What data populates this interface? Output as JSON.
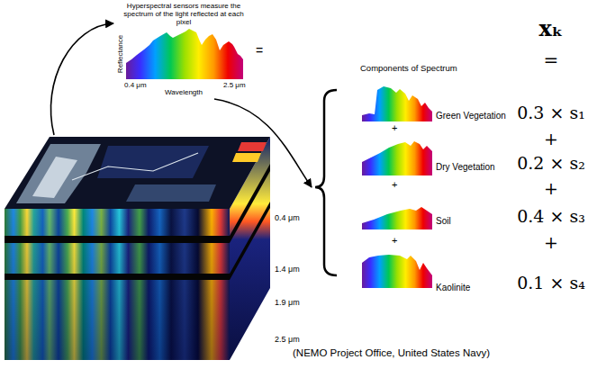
{
  "diagram": {
    "caption": "(NEMO Project Office, United States Navy)",
    "nodes": [
      {
        "text": [
          "Hyperspectral sensors measure the spectrum of the light reflected at each pixel",
          "Reflectance",
          "0.4 μm",
          "2.5 μm",
          "Wavelength"
        ]
      },
      {
        "text": [
          "0.4 μm",
          "1.4 μm",
          "1.9 μm",
          "2.5 μm"
        ]
      },
      {
        "text": [
          "Components of Spectrum"
        ]
      },
      {
        "text": [
          "Green Vegetation"
        ],
        "in": 2
      },
      {
        "text": [
          "Dry Vegetation"
        ],
        "in": 2
      },
      {
        "text": [
          "Soil"
        ],
        "in": 2
      },
      {
        "text": [
          "Kaolinite"
        ],
        "in": 2
      }
    ],
    "edges": [
      {
        "from": 1,
        "to": 0,
        "arrow": "to"
      },
      {
        "from": 0,
        "to": 2,
        "arrow": "to"
      }
    ],
    "labels": [
      "=",
      "+",
      "+",
      "+",
      "xₖ",
      "=",
      "0.3 × s₁",
      "+",
      "0.2 × s₂",
      "+",
      "0.4 × s₃",
      "+",
      "0.1 × s₄"
    ]
  }
}
